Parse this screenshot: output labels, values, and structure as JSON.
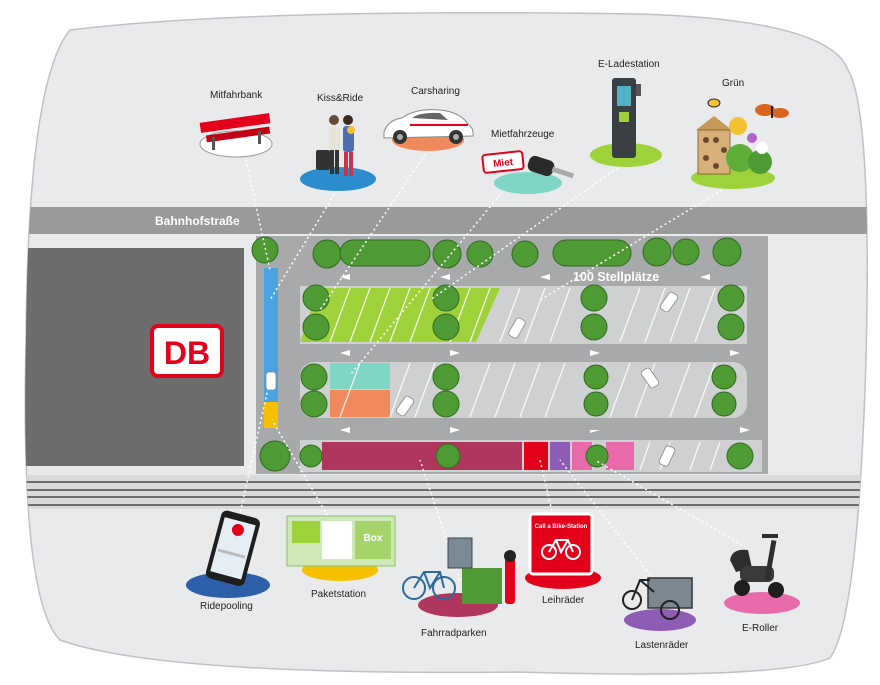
{
  "street": "Bahnhofstraße",
  "capacity": "100 Stellplätze",
  "logo": "DB",
  "amenities": {
    "mitfahrbank": "Mitfahrbank",
    "kissride": "Kiss&Ride",
    "carsharing": "Carsharing",
    "mietfahrzeuge": "Mietfahrzeuge",
    "eladestation": "E-Ladestation",
    "gruen": "Grün",
    "ridepooling": "Ridepooling",
    "paketstation": "Paketstation",
    "fahrradparken": "Fahrradparken",
    "leihraeder": "Leihräder",
    "lastenraeder": "Lastenräder",
    "eroller": "E-Roller"
  },
  "signs": {
    "miet": "Miet",
    "call_a_bike": "Call a Bike-Station",
    "box": "Box"
  },
  "colors": {
    "db_red": "#e2001a",
    "road": "#9a9a9a",
    "station": "#6d6d6d",
    "green_parking": "#9fd23a",
    "carsharing_teal": "#7fd6c4",
    "carsharing_orange": "#f08a5d",
    "bike_parking": "#b0365e"
  }
}
